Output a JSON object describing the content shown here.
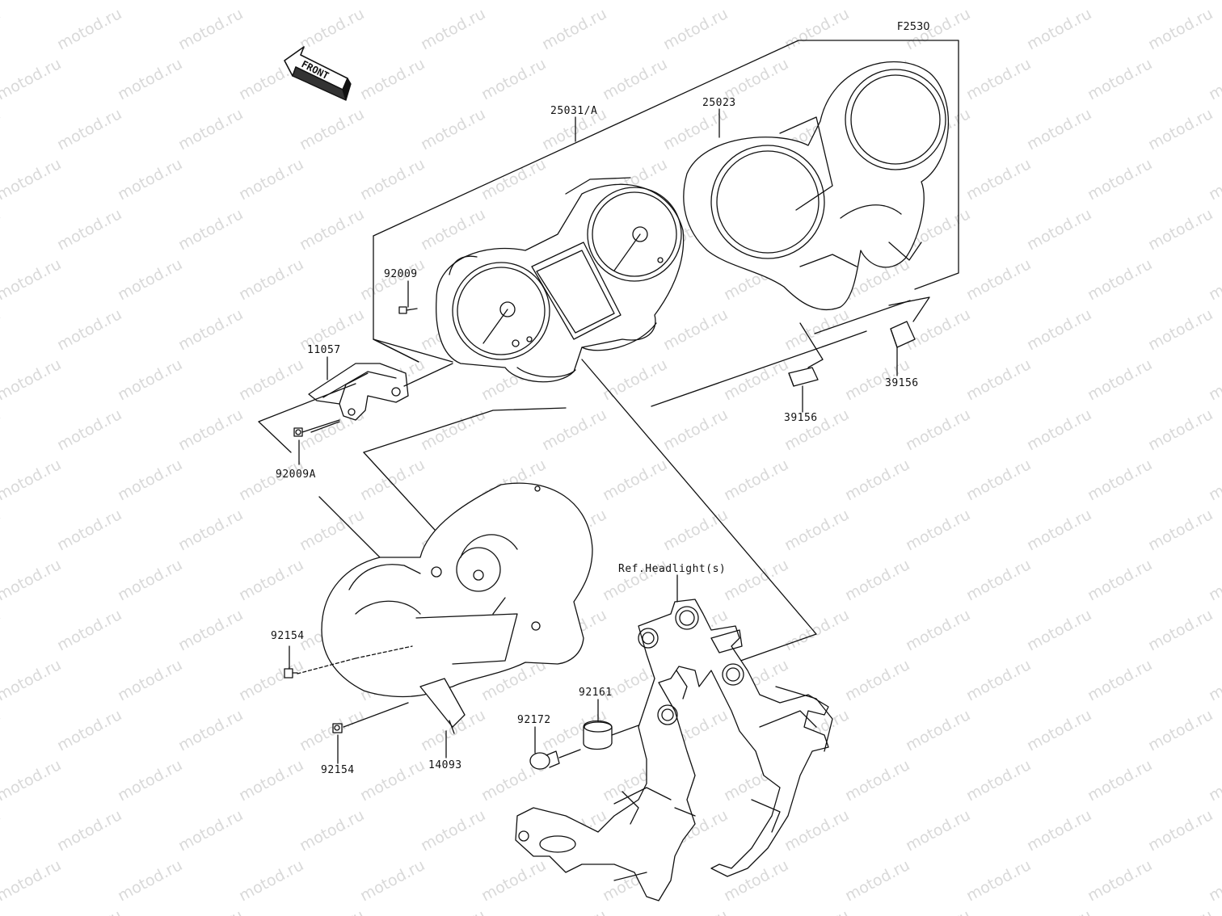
{
  "figure_number": "F2530",
  "front_label": "FRONT",
  "watermark": "motod.ru",
  "callouts": {
    "p25031": "25031/A",
    "p25023": "25023",
    "p92009": "92009",
    "p11057": "11057",
    "p92009a": "92009A",
    "p39156a": "39156",
    "p39156b": "39156",
    "ref_headlight": "Ref.Headlight(s)",
    "p92154a": "92154",
    "p92154b": "92154",
    "p92161": "92161",
    "p92172": "92172",
    "p14093": "14093"
  }
}
